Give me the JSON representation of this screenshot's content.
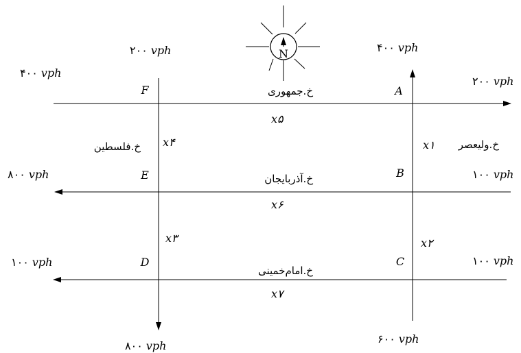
{
  "compass": {
    "label": "N"
  },
  "streets": {
    "jomhouri": "خ.جمهوری",
    "azarbayjan": "خ.آذربایجان",
    "imam": "خ.امام‌خمینی",
    "felestin": "خ.فلسطین",
    "valiasr": "خ.ولیعصر"
  },
  "nodes": {
    "A": "A",
    "B": "B",
    "C": "C",
    "D": "D",
    "E": "E",
    "F": "F"
  },
  "links": {
    "x1": "x۱",
    "x2": "x۲",
    "x3": "x۳",
    "x4": "x۴",
    "x5": "x۵",
    "x6": "x۶",
    "x7": "x۷"
  },
  "flows": {
    "top_left_felestin": "۲۰۰",
    "top_right_valiasr": "۴۰۰",
    "west_jomhouri": "۴۰۰",
    "east_jomhouri": "۲۰۰",
    "west_azarbayjan": "۸۰۰",
    "east_azarbayjan": "۱۰۰",
    "west_imam": "۱۰۰",
    "east_imam": "۱۰۰",
    "bottom_felestin": "۸۰۰",
    "bottom_valiasr": "۶۰۰",
    "unit": "vph"
  }
}
